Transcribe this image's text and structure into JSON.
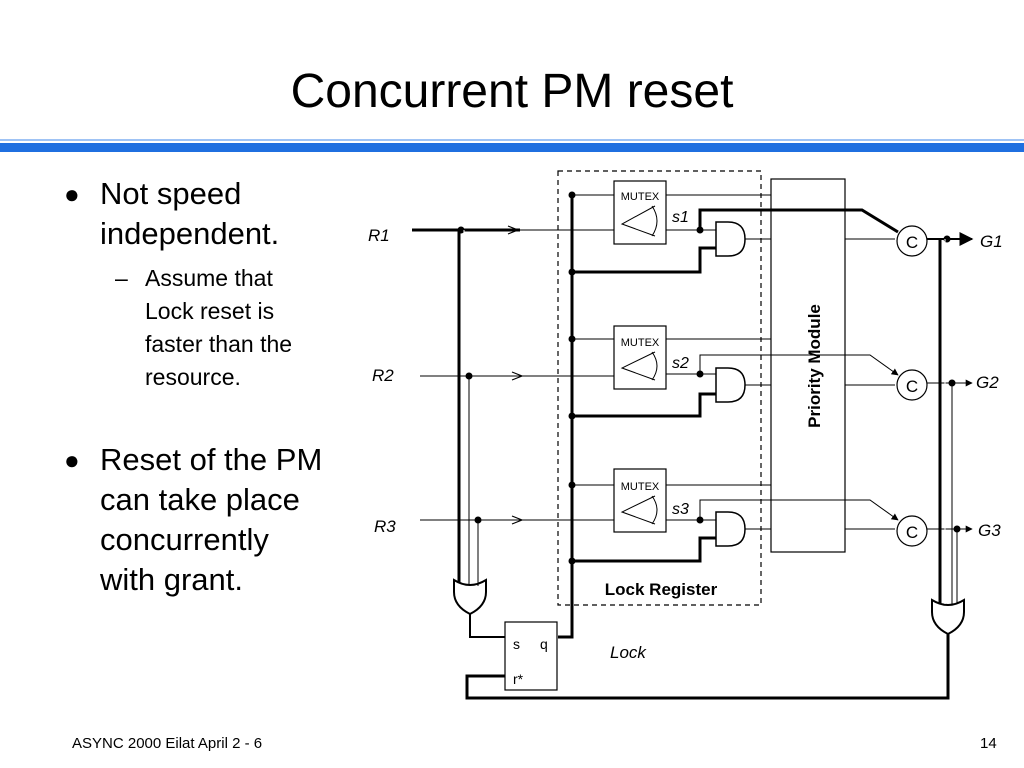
{
  "slide": {
    "title": "Concurrent PM reset",
    "bullets": [
      {
        "text_lines": [
          "Not speed",
          "independent."
        ],
        "sub": {
          "lines": [
            "Assume that",
            "Lock reset is",
            "faster than the",
            "resource."
          ]
        }
      },
      {
        "text_lines": [
          "Reset of the PM",
          "can take place",
          "concurrently",
          "with grant."
        ]
      }
    ],
    "footer_left": "ASYNC 2000 Eilat April 2 - 6",
    "page_number": "14"
  },
  "diagram": {
    "inputs": [
      "R1",
      "R2",
      "R3"
    ],
    "outputs": [
      "G1",
      "G2",
      "G3"
    ],
    "signals": [
      "s1",
      "s2",
      "s3"
    ],
    "mutex_label": "MUTEX",
    "c_element_label": "C",
    "priority_module_label": "Priority Module",
    "lock_register_label": "Lock Register",
    "latch": {
      "s": "s",
      "q": "q",
      "r": "r*"
    },
    "lock_label": "Lock"
  }
}
